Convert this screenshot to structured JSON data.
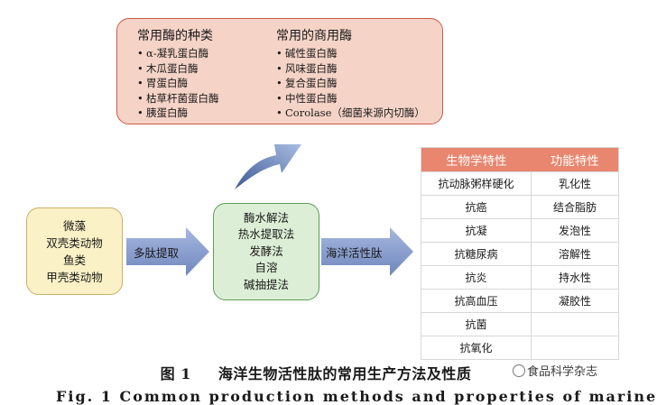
{
  "enzymes": {
    "types_title": "常用酶的种类",
    "types": [
      "α-凝乳蛋白酶",
      "木瓜蛋白酶",
      "胃蛋白酶",
      "枯草杆菌蛋白酶",
      "胰蛋白酶"
    ],
    "commercial_title": "常用的商用酶",
    "commercial": [
      "碱性蛋白酶",
      "风味蛋白酶",
      "复合蛋白酶",
      "中性蛋白酶",
      "Corolase（细菌来源内切酶）"
    ]
  },
  "sources": [
    "微藻",
    "双壳类动物",
    "鱼类",
    "甲壳类动物"
  ],
  "arrow1_label": "多肽提取",
  "methods": [
    "酶水解法",
    "热水提取法",
    "发酵法",
    "自溶",
    "碱抽提法"
  ],
  "arrow2_label": "海洋活性肽",
  "table": {
    "headers": [
      "生物学特性",
      "功能特性"
    ],
    "rows": [
      [
        "抗动脉粥样硬化",
        "乳化性"
      ],
      [
        "抗癌",
        "结合脂肪"
      ],
      [
        "抗凝",
        "发泡性"
      ],
      [
        "抗糖尿病",
        "溶解性"
      ],
      [
        "抗炎",
        "持水性"
      ],
      [
        "抗高血压",
        "凝胶性"
      ],
      [
        "抗菌",
        ""
      ],
      [
        "抗氧化",
        ""
      ]
    ]
  },
  "caption": {
    "fig": "图 1",
    "text": "海洋生物活性肽的常用生产方法及性质",
    "english": "Fig. 1    Common production methods and properties of marine"
  },
  "watermark": "食品科学杂志",
  "colors": {
    "enzyme_fill": "#f5d3c7",
    "source_fill": "#fbf1c6",
    "method_fill": "#dcefd6",
    "arrow_fill": "#7f96c6",
    "table_header": "#e8866f"
  }
}
